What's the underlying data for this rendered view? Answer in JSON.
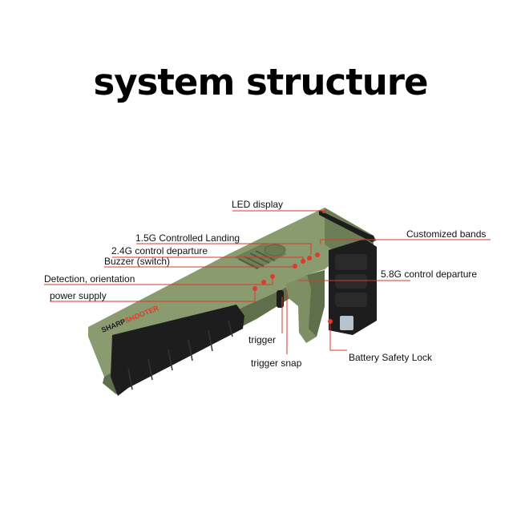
{
  "title": "system structure",
  "product": {
    "brand_part1": "SHARP",
    "brand_part2": "SHOOTER"
  },
  "colors": {
    "body": "#7e8f65",
    "body_dark": "#5f6e4b",
    "grip": "#1c1c1c",
    "leader": "#d63a2a",
    "accent": "#e23a2a"
  },
  "labels": {
    "led_display": "LED display",
    "customized_bands": "Customized bands",
    "controlled_landing": "1.5G Controlled Landing",
    "control_departure_24": "2.4G control departure",
    "buzzer": "Buzzer (switch)",
    "detection": "Detection, orientation",
    "control_departure_58": "5.8G control departure",
    "power_supply": "power supply",
    "trigger": "trigger",
    "trigger_snap": "trigger snap",
    "battery_lock": "Battery Safety Lock"
  }
}
